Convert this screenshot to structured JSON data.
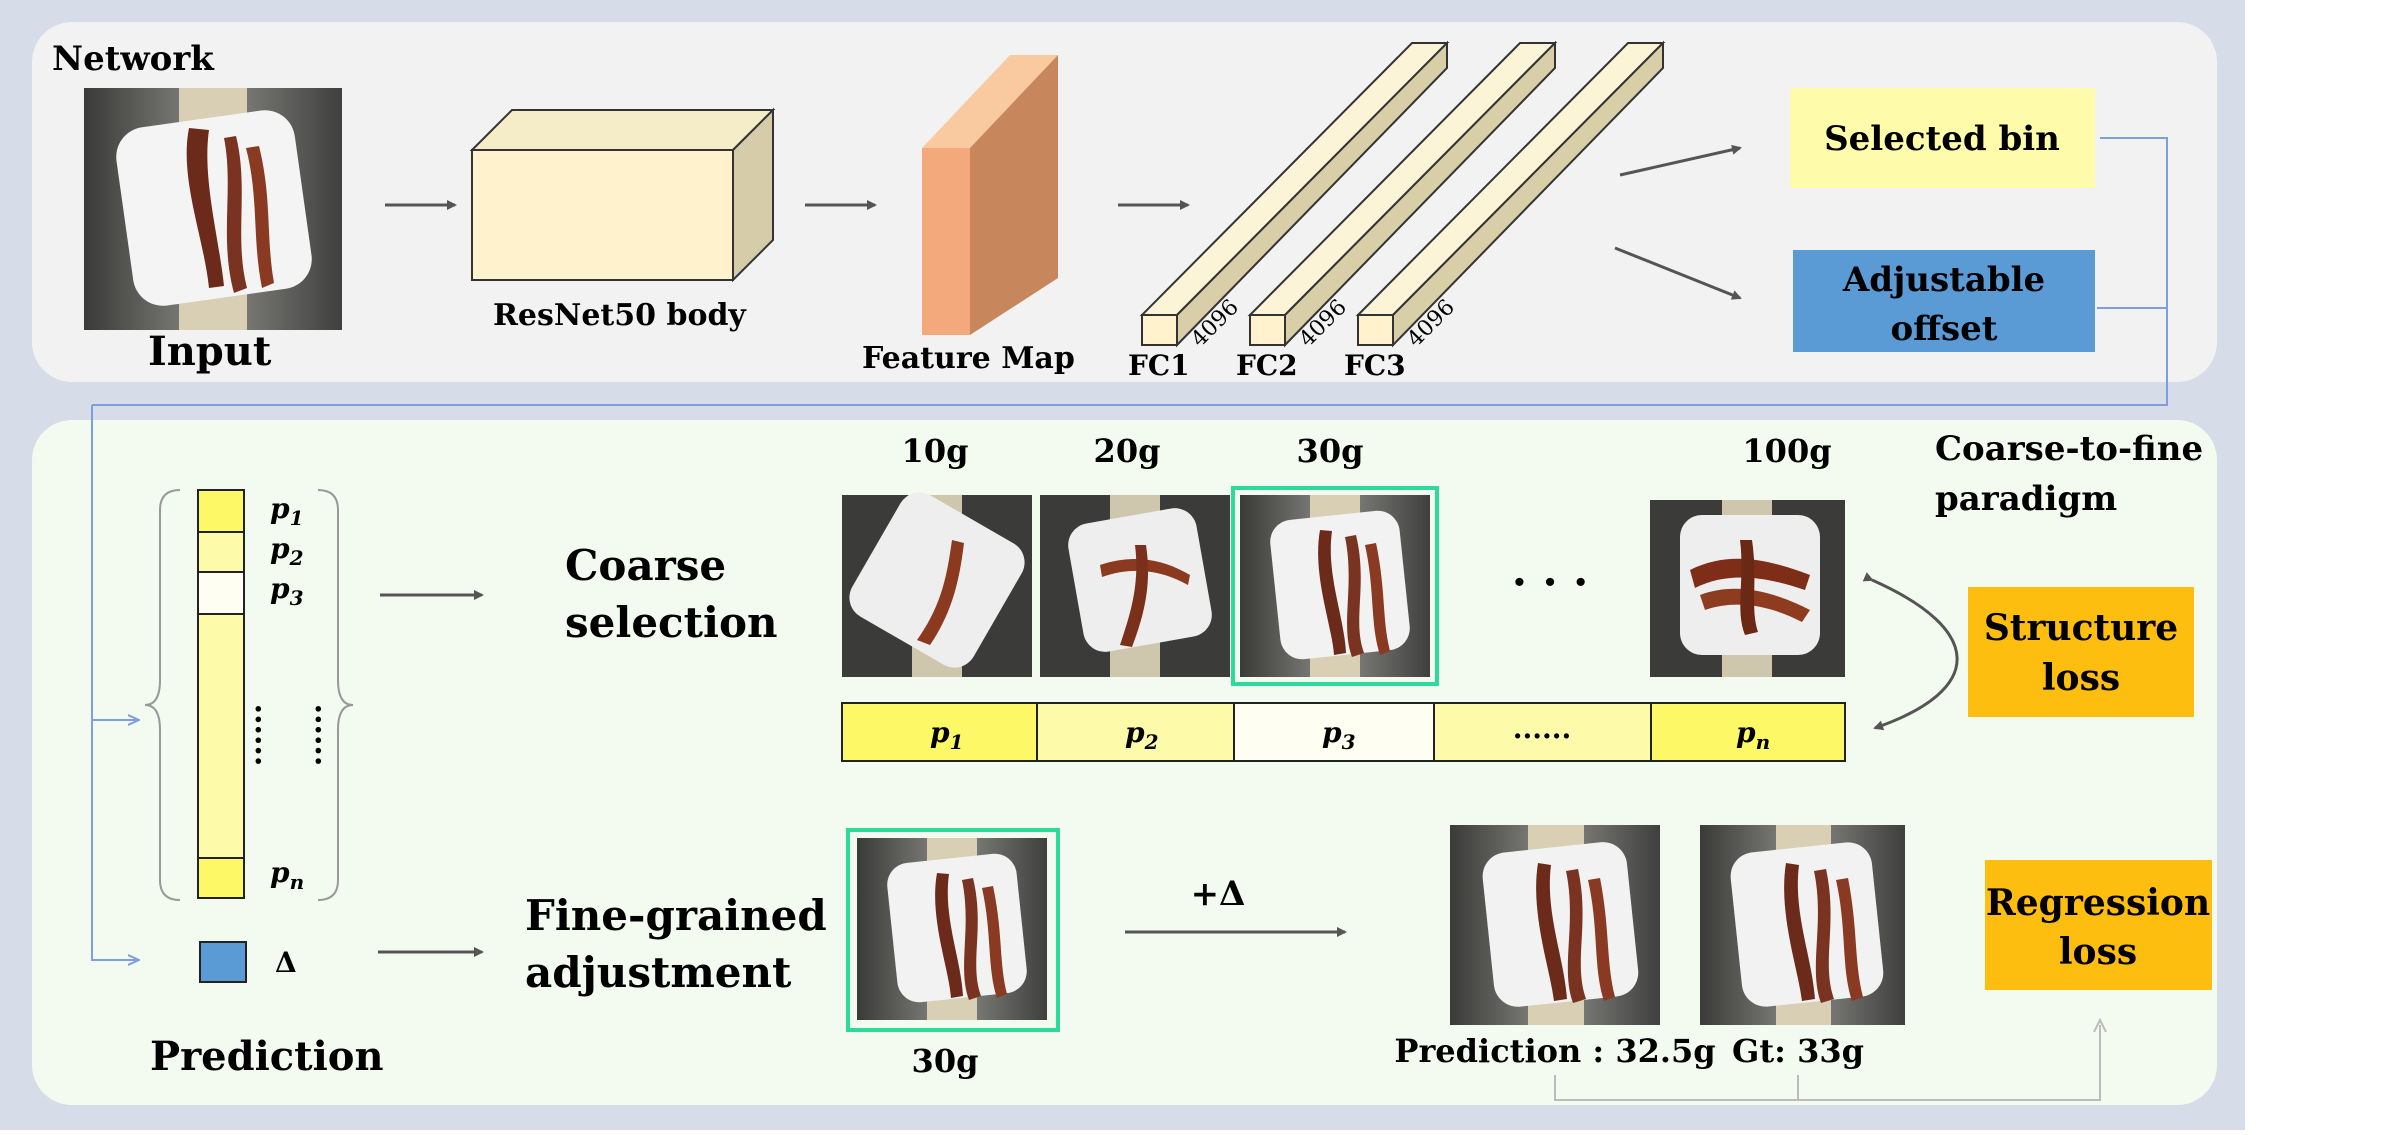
{
  "network": {
    "title": "Network",
    "input_label": "Input",
    "resnet_label": "ResNet50 body",
    "feature_map_label": "Feature Map",
    "fc_layers": [
      {
        "label": "FC1",
        "dim": "4096"
      },
      {
        "label": "FC2",
        "dim": "4096"
      },
      {
        "label": "FC3",
        "dim": "4096"
      }
    ],
    "selected_bin": "Selected bin",
    "adjustable_offset_line1": "Adjustable",
    "adjustable_offset_line2": "offset"
  },
  "lower": {
    "prediction_label": "Prediction",
    "prob_labels": [
      "p",
      "p",
      "p",
      "p"
    ],
    "prob_subs": [
      "1",
      "2",
      "3",
      "n"
    ],
    "dots": "......",
    "delta_label": "Δ",
    "coarse_line1": "Coarse",
    "coarse_line2": "selection",
    "fine_line1": "Fine-grained",
    "fine_line2": "adjustment",
    "paradigm_line1": "Coarse-to-fine",
    "paradigm_line2": "paradigm",
    "weights": [
      "10g",
      "20g",
      "30g",
      "100g"
    ],
    "ellipsis": "· · ·",
    "bins": [
      {
        "p": "p",
        "sub": "1"
      },
      {
        "p": "p",
        "sub": "2"
      },
      {
        "p": "p",
        "sub": "3"
      },
      {
        "p": "......",
        "sub": ""
      },
      {
        "p": "p",
        "sub": "n"
      }
    ],
    "structure_line1": "Structure",
    "structure_line2": "loss",
    "fine_weight": "30g",
    "delta_arrow": "+Δ",
    "prediction_value": "Prediction : 32.5g",
    "gt_value": "Gt: 33g",
    "regression_line1": "Regression",
    "regression_line2": "loss"
  },
  "colors": {
    "yellow_bright": "#fdf865",
    "yellow_light": "#fdfbaa",
    "yellow_pale": "#fffef2",
    "selected_bin": "#fefcaa",
    "offset_blue": "#5a9bd5",
    "orange_loss": "#fdbe0f",
    "highlight_green": "#2cdb9a",
    "connector_blue": "#7d9fdc"
  }
}
